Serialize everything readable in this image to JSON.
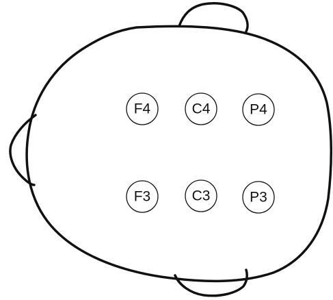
{
  "diagram": {
    "colors": {
      "outline": "#111111",
      "background": "#ffffff",
      "electrode_fill": "#ffffff"
    },
    "electrodes": [
      {
        "id": "f4",
        "label": "F4"
      },
      {
        "id": "c4",
        "label": "C4"
      },
      {
        "id": "p4",
        "label": "P4"
      },
      {
        "id": "f3",
        "label": "F3"
      },
      {
        "id": "c3",
        "label": "C3"
      },
      {
        "id": "p3",
        "label": "P3"
      }
    ]
  }
}
